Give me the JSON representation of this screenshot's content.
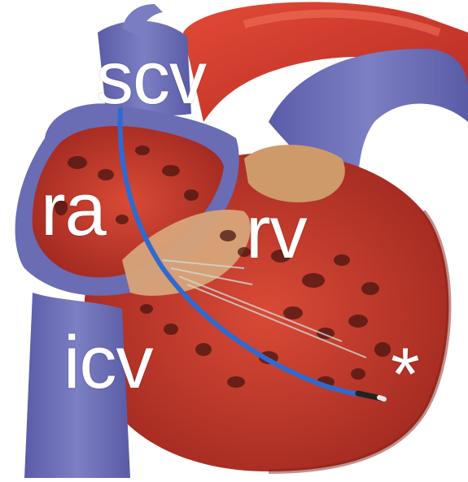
{
  "labels": {
    "scv": "scv",
    "ra": "ra",
    "rv": "rv",
    "icv": "icv",
    "asterisk": "*"
  },
  "colors": {
    "vein_blue": "#6f71b8",
    "muscle_red": "#d63a2c",
    "aorta_red": "#e8412f",
    "valve_tan": "#d9a77a",
    "lead_blue": "#2f6ad0"
  }
}
